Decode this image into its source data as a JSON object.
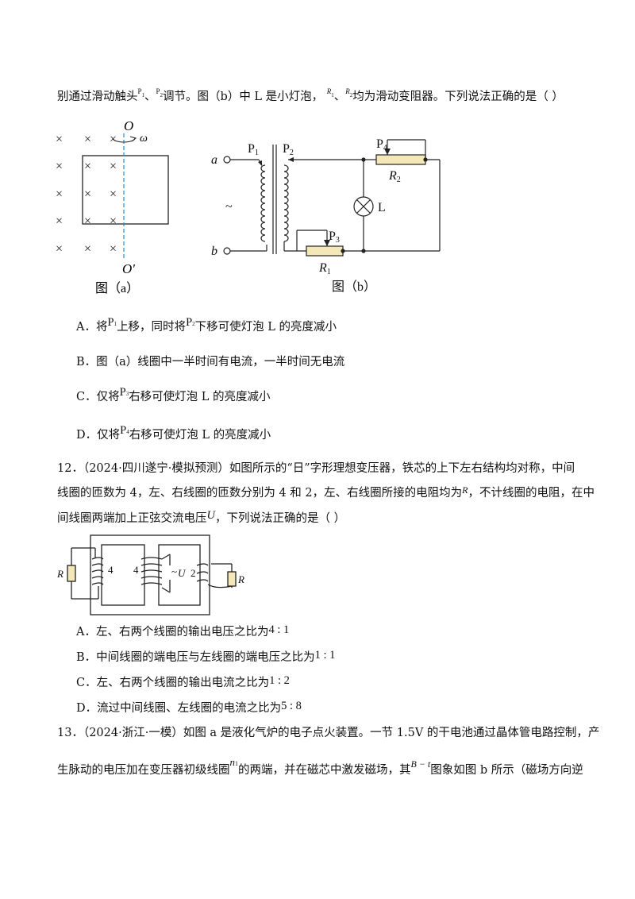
{
  "top_line": {
    "t1": "别通过滑动触头",
    "p1": "P",
    "p1_sub": "1",
    "sep1": "、",
    "p2": "P",
    "p2_sub": "2",
    "t2": "调节。图（b）中 L 是小灯泡，",
    "r1": "R",
    "r1_sub": "1",
    "sep2": "、",
    "r2": "R",
    "r2_sub": "2",
    "t3": "均为滑动变阻器。下列说法正确的是（    ）"
  },
  "figure_a": {
    "cross": "×",
    "axis_top": "O",
    "omega": "ω",
    "axis_bottom": "O′",
    "caption": "图（a）"
  },
  "figure_b": {
    "terminal_a": "a",
    "terminal_b": "b",
    "ac_symbol": "~",
    "p1": "P",
    "p1_sub": "1",
    "p2": "P",
    "p2_sub": "2",
    "p3": "P",
    "p3_sub": "3",
    "p4": "P",
    "p4_sub": "4",
    "r1": "R",
    "r1_sub": "1",
    "r2": "R",
    "r2_sub": "2",
    "lamp": "L",
    "caption": "图（b）"
  },
  "q11_options": [
    {
      "pre": "A．将",
      "sym1": "P",
      "sub1": "1",
      "mid": "上移，同时将",
      "sym2": "P",
      "sub2": "2",
      "post": "下移可使灯泡 L 的亮度减小"
    },
    {
      "text": "B．图（a）线圈中一半时间有电流，一半时间无电流"
    },
    {
      "pre": "C．仅将",
      "sym1": "P",
      "sub1": "3",
      "post": "右移可使灯泡 L 的亮度减小"
    },
    {
      "pre": "D．仅将",
      "sym1": "P",
      "sub1": "4",
      "post": "右移可使灯泡 L 的亮度减小"
    }
  ],
  "q12": {
    "line1": "12．（2024·四川遂宁·模拟预测）如图所示的“日”字形理想变压器，铁芯的上下左右结构均对称，中间",
    "line2_a": "线圈的匝数为 4，左、右线圈的匝数分别为 4 和 2，左、右线圈所接的电阻均为",
    "line2_r": "R",
    "line2_b": "，不计线圈的电阻，在中",
    "line3_a": "间线圈两端加上正弦交流电压",
    "line3_u": "U",
    "line3_b": "，下列说法正确的是（    ）",
    "figure": {
      "r_left": "R",
      "n_left": "4",
      "n_mid": "4",
      "ac": "~",
      "u": "U",
      "n_right": "2",
      "r_right": "R"
    },
    "options": [
      {
        "text": "A．左、右两个线圈的输出电压之比为",
        "ratio": "4 : 1"
      },
      {
        "text": "B．中间线圈的端电压与左线圈的端电压之比为",
        "ratio": "1 : 1"
      },
      {
        "text": "C．左、右两个线圈的输出电流之比为",
        "ratio": "1 : 2"
      },
      {
        "text": "D．流过中间线圈、左线圈的电流之比为",
        "ratio": "5 : 8"
      }
    ]
  },
  "q13": {
    "line1": "13．（2024·浙江·一模）如图 a 是液化气炉的电子点火装置。一节 1.5V 的干电池通过晶体管电路控制，产",
    "line2_a": "生脉动的电压加在变压器初级线圈",
    "n1": "n",
    "n1_sub": "1",
    "line2_b": "的两端，并在磁芯中激发磁场，其",
    "bt": "B − t",
    "line2_c": "图象如图 b 所示（磁场方向逆"
  }
}
